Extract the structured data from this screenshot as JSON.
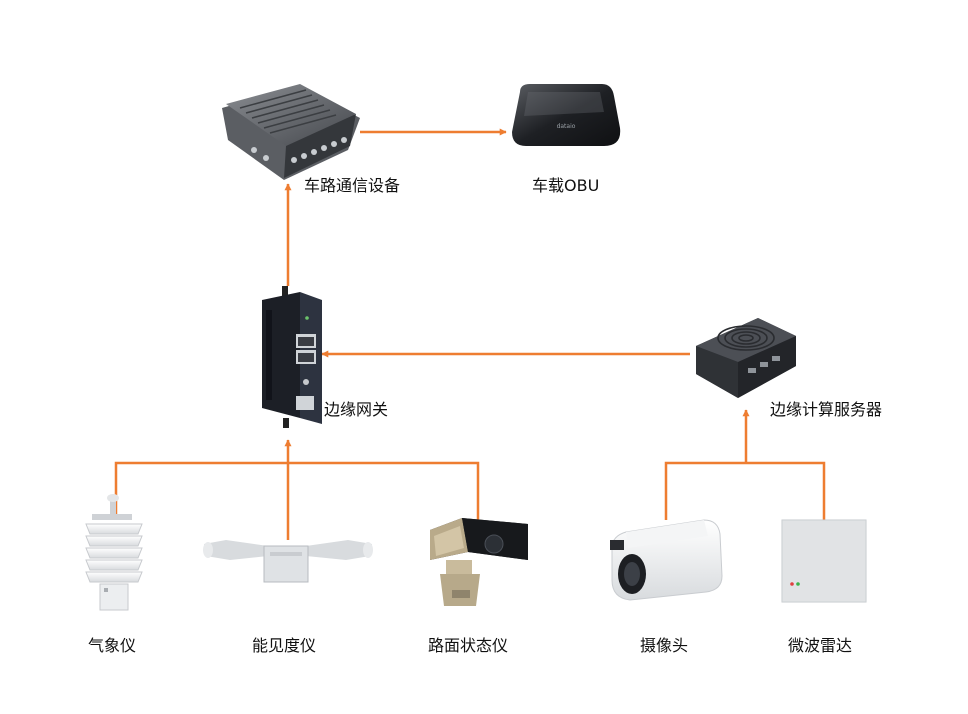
{
  "colors": {
    "connector": "#EE7D31",
    "device_dark": "#2a2d33",
    "device_light": "#eceef0"
  },
  "nodes": {
    "rsu": {
      "label": "车路通信设备",
      "icon": "rsu-box-icon"
    },
    "obu": {
      "label": "车载OBU",
      "icon": "obu-device-icon",
      "logo_text": "dataio"
    },
    "gateway": {
      "label": "边缘网关",
      "icon": "edge-gateway-icon"
    },
    "edge_server": {
      "label": "边缘计算服务器",
      "icon": "edge-server-icon"
    },
    "weather": {
      "label": "气象仪",
      "icon": "weather-station-icon"
    },
    "visibility": {
      "label": "能见度仪",
      "icon": "visibility-meter-icon"
    },
    "road_state": {
      "label": "路面状态仪",
      "icon": "road-sensor-icon"
    },
    "camera": {
      "label": "摄像头",
      "icon": "camera-icon"
    },
    "radar": {
      "label": "微波雷达",
      "icon": "radar-panel-icon"
    }
  },
  "edges": [
    {
      "from": "rsu",
      "to": "obu"
    },
    {
      "from": "gateway",
      "to": "rsu"
    },
    {
      "from": "edge_server",
      "to": "gateway"
    },
    {
      "from": "weather",
      "to": "gateway"
    },
    {
      "from": "visibility",
      "to": "gateway"
    },
    {
      "from": "road_state",
      "to": "gateway"
    },
    {
      "from": "camera",
      "to": "edge_server"
    },
    {
      "from": "radar",
      "to": "edge_server"
    }
  ]
}
